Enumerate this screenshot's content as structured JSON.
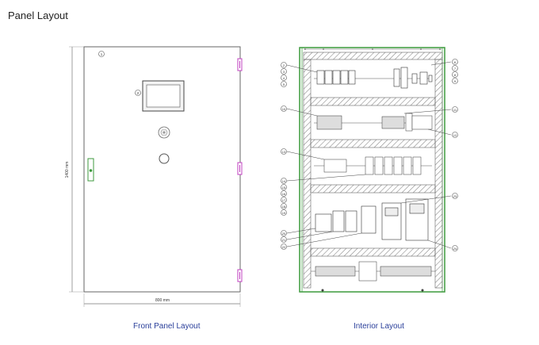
{
  "page": {
    "title": "Panel Layout"
  },
  "front": {
    "caption": "Front Panel Layout",
    "height_label": "1400 mm",
    "width_label": "800 mm",
    "callouts": [
      "1",
      "2"
    ]
  },
  "interior": {
    "caption": "Interior Layout",
    "left_callouts": [
      "2",
      "3",
      "4",
      "5",
      "10",
      "13",
      "14",
      "15",
      "16",
      "17",
      "18",
      "19",
      "20",
      "21",
      "22"
    ],
    "right_callouts": [
      "6",
      "7",
      "8",
      "9",
      "11",
      "12",
      "23",
      "24"
    ]
  },
  "colors": {
    "caption": "#2a3f9a",
    "magenta": "#c040c0",
    "green": "#3c9a3c",
    "line": "#555555"
  }
}
